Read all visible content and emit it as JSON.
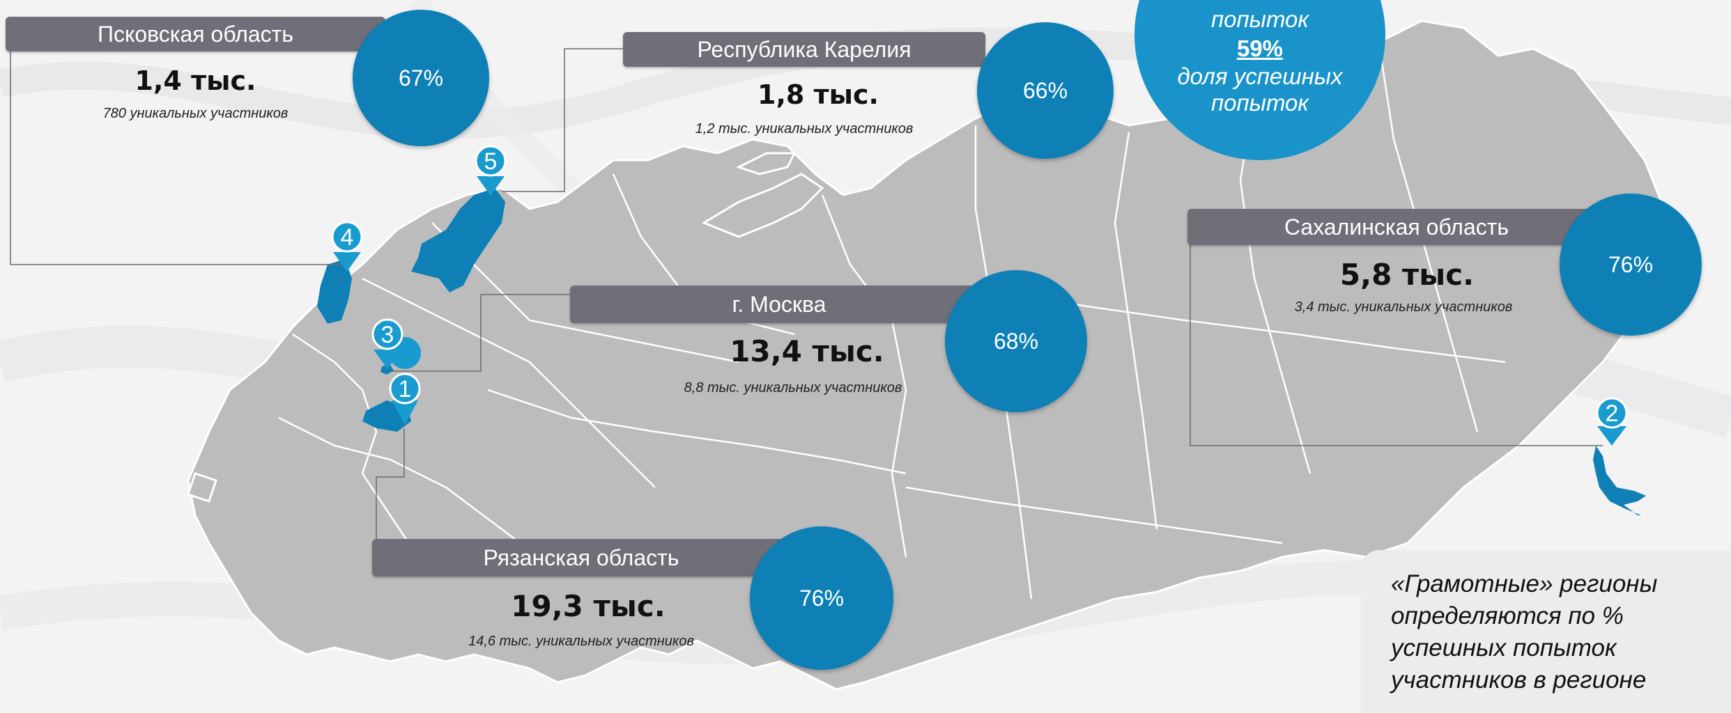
{
  "top_summary": {
    "line1": "попыток",
    "value": "59%",
    "line3": "доля успешных",
    "line4": "попыток"
  },
  "regions": [
    {
      "rank": "1",
      "name": "Рязанская область",
      "count": "19,3 тыс.",
      "unique": "14,6 тыс. уникальных участников",
      "success_share": "76%",
      "success_share_value": 76
    },
    {
      "rank": "2",
      "name": "Сахалинская область",
      "count": "5,8 тыс.",
      "unique": "3,4 тыс. уникальных участников",
      "success_share": "76%",
      "success_share_value": 76
    },
    {
      "rank": "3",
      "name": "г. Москва",
      "count": "13,4 тыс.",
      "unique": "8,8 тыс. уникальных участников",
      "success_share": "68%",
      "success_share_value": 68
    },
    {
      "rank": "4",
      "name": "Псковская область",
      "count": "1,4 тыс.",
      "unique": "780 уникальных участников",
      "success_share": "67%",
      "success_share_value": 67
    },
    {
      "rank": "5",
      "name": "Республика Карелия",
      "count": "1,8 тыс.",
      "unique": "1,2 тыс. уникальных участников",
      "success_share": "66%",
      "success_share_value": 66
    }
  ],
  "note": "«Грамотные» регионы определяются по % успешных попыток участников в регионе",
  "colors": {
    "land": "#bcbcbc",
    "borders": "#ffffff",
    "highlight": "#0e80b6",
    "pin": "#1a9bd0",
    "header": "#6e6f79",
    "circle": "#0e80b6",
    "top_circle": "#1993c9"
  }
}
